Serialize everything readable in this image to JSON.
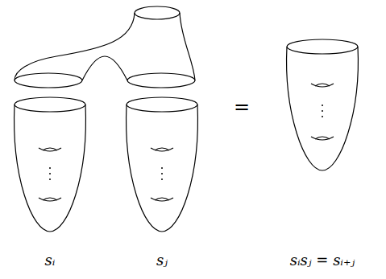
{
  "diagram": {
    "labels": [
      "sᵢ",
      "sⱼ",
      "=",
      "sᵢsⱼ = sᵢ₊ⱼ"
    ]
  }
}
